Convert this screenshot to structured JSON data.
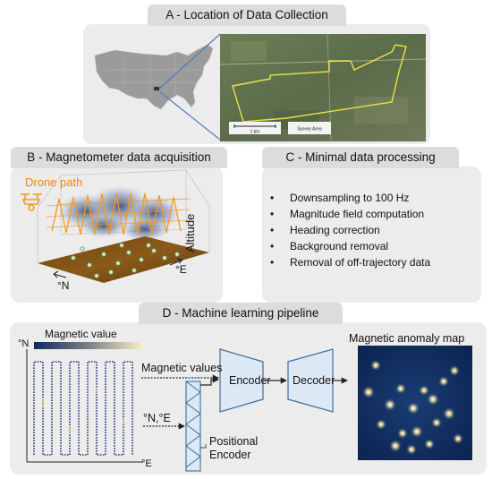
{
  "panel_a": {
    "title": "A - Location of Data Collection",
    "scale_label": "1 km",
    "legend_label": "Survey Area"
  },
  "panel_b": {
    "title": "B - Magnetometer data acquisition",
    "drone_label": "Drone path",
    "altitude_label": "Altitude",
    "east_label": "°E",
    "north_label": "°N"
  },
  "panel_c": {
    "title": "C - Minimal data processing",
    "steps": [
      "Downsampling to 100 Hz",
      "Magnitude field computation",
      "Heading correction",
      "Background removal",
      "Removal of off-trajectory data"
    ]
  },
  "panel_d": {
    "title": "D - Machine learning pipeline",
    "colorbar_label": "Magnetic value",
    "axis_north": "°N",
    "axis_east": "°E",
    "magnetic_values_label": "Magnetic values",
    "coords_label": "°N,°E",
    "encoder_label": "Encoder",
    "decoder_label": "Decoder",
    "positional_label": "Positional Encoder",
    "output_label": "Magnetic anomaly map"
  },
  "colors": {
    "panel_bg": "#ececec",
    "tab_bg": "#dcdcdc",
    "block_fill": "#dce9f5",
    "block_stroke": "#3b6e9c",
    "survey_outline": "#e8e14a",
    "drone_path": "#f39a25",
    "anomaly_bg": "#0c2a5b",
    "anomaly_spot": "#ffe9a0"
  },
  "icons": [
    "drone-icon",
    "us-map",
    "satellite-map",
    "colorbar"
  ]
}
